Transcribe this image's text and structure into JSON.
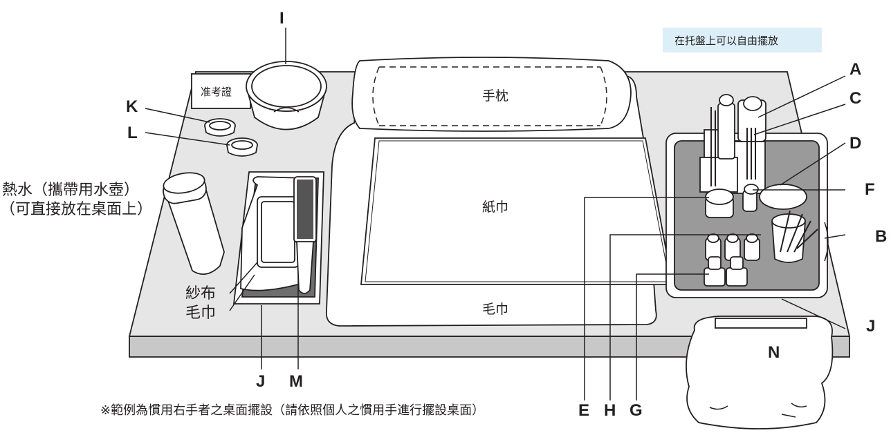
{
  "labels": {
    "tray_note": "在托盤上可以自由擺放",
    "pillow": "手枕",
    "tissue": "紙巾",
    "towel_big": "毛巾",
    "admission": "准考證",
    "gauze": "紗布",
    "towel_small": "毛巾",
    "hot_water_1": "熱水（攜帶用水壺）",
    "hot_water_2": "（可直接放在桌面上）",
    "footnote": "※範例為慣用右手者之桌面擺設（請依照個人之慣用手進行擺設桌面）"
  },
  "letters": {
    "A": "A",
    "B": "B",
    "C": "C",
    "D": "D",
    "E": "E",
    "F": "F",
    "G": "G",
    "H": "H",
    "I": "I",
    "J1": "J",
    "J2": "J",
    "K": "K",
    "L": "L",
    "M": "M",
    "N": "N"
  },
  "colors": {
    "table": "#e6e6e6",
    "tray_inner": "#9a9a9a",
    "note_bg": "#dceff8",
    "line": "#231f20"
  }
}
